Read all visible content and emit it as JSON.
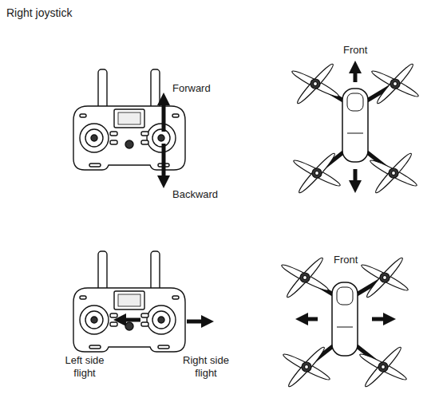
{
  "diagram": {
    "title": "Right joystick",
    "labels": [
      "Forward",
      "Backward",
      "Front",
      "Left side flight",
      "Right side flight",
      "Front"
    ]
  }
}
